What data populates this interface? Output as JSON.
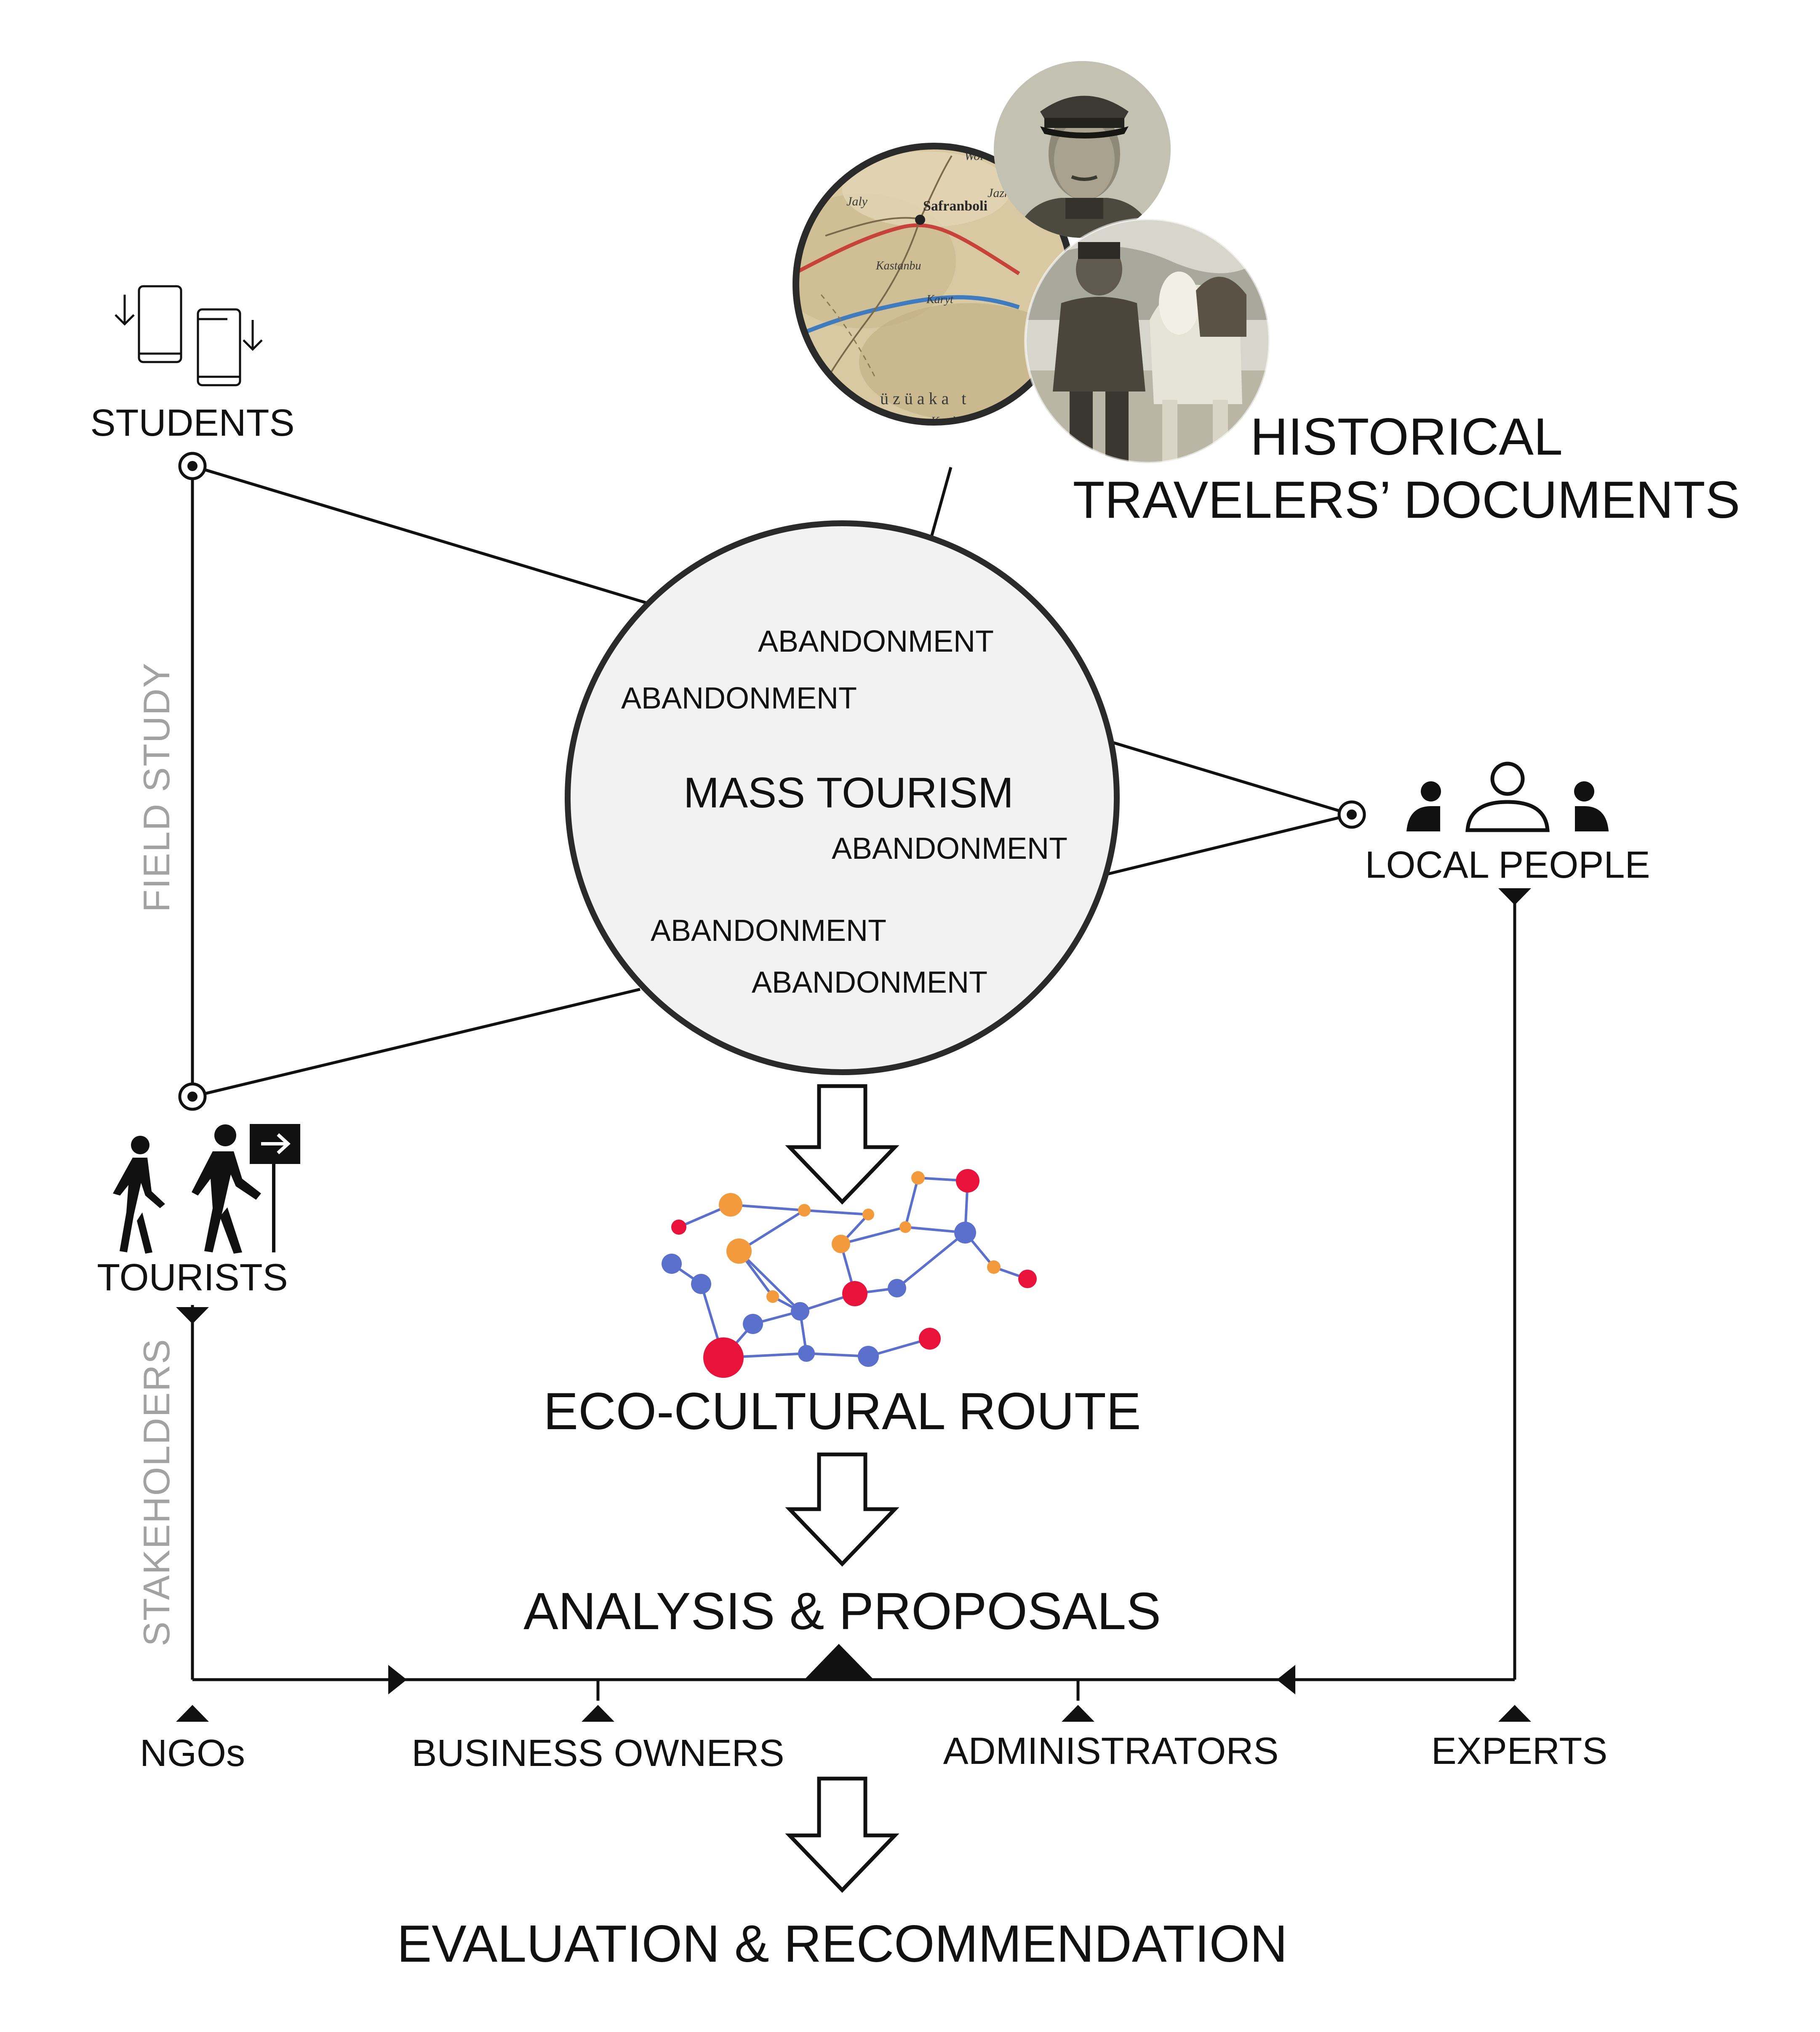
{
  "center": {
    "title": "MASS TOURISM",
    "tags": [
      "ABANDONMENT",
      "ABANDONMENT",
      "ABANDONMENT",
      "ABANDONMENT",
      "ABANDONMENT"
    ]
  },
  "documents": {
    "line1": "HISTORICAL",
    "line2": "TRAVELERS’ DOCUMENTS",
    "map_labels": {
      "town": "Safranboli",
      "place1": "Jaly",
      "place2": "Jazk",
      "place3": "Wol",
      "place4": "Karyt",
      "place5": "Kastanbu",
      "place6": "üzüaka t",
      "place7": "Kah"
    }
  },
  "nodes": {
    "students": "STUDENTS",
    "tourists": "TOURISTS",
    "local_people": "LOCAL PEOPLE"
  },
  "side_labels": {
    "field_study": "FIELD STUDY",
    "stakeholders": "STAKEHOLDERS"
  },
  "flow": {
    "route": "ECO-CULTURAL ROUTE",
    "analysis": "ANALYSIS & PROPOSALS",
    "evaluation": "EVALUATION & RECOMMENDATION"
  },
  "stakeholders": [
    "NGOs",
    "BUSINESS OWNERS",
    "ADMINISTRATORS",
    "EXPERTS"
  ],
  "colors": {
    "line": "#111111",
    "center_fill": "#f2f2f2",
    "side_label": "#a2a2a2",
    "route_edge": "#5b6fcc",
    "route_blue": "#5b6fcc",
    "route_orange": "#f39a3c",
    "route_red": "#e8123a"
  },
  "icons": [
    "phone-download-icon",
    "walking-people-icon",
    "exit-sign-icon",
    "people-group-icon",
    "down-arrow-icon"
  ]
}
